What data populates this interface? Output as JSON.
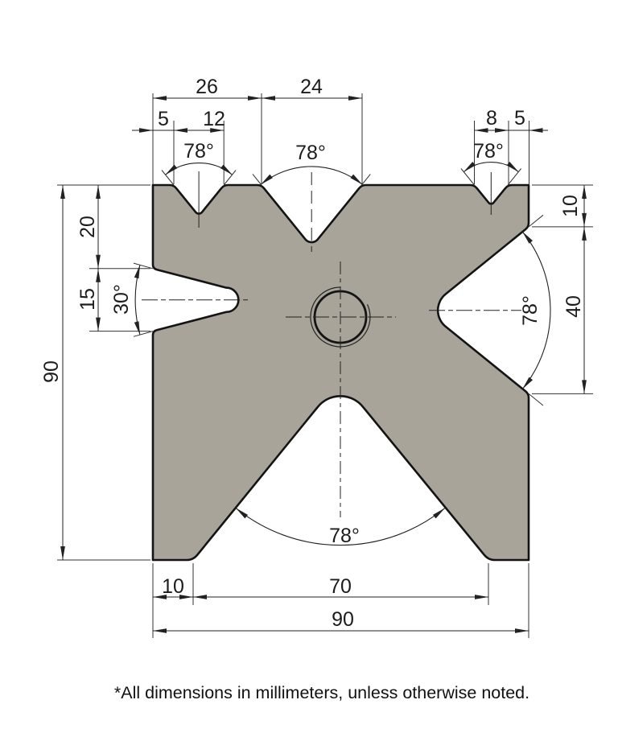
{
  "footnote": "*All dimensions in millimeters, unless otherwise noted.",
  "colors": {
    "part_fill": "#a8a499",
    "outline": "#141414",
    "dim_line": "#222222"
  },
  "dimensions": {
    "top": {
      "d26": "26",
      "d24": "24",
      "d5_left": "5",
      "d12": "12",
      "d8": "8",
      "d5_right": "5"
    },
    "right": {
      "d10": "10",
      "d40": "40"
    },
    "left": {
      "d20": "20",
      "d15": "15",
      "d90": "90"
    },
    "bottom": {
      "d10": "10",
      "d70": "70",
      "d90": "90"
    }
  },
  "angles": {
    "top_left_notch": "78°",
    "top_middle_notch": "78°",
    "top_right_notch": "78°",
    "left_notch": "30°",
    "right_notch": "78°",
    "bottom_notch": "78°"
  }
}
